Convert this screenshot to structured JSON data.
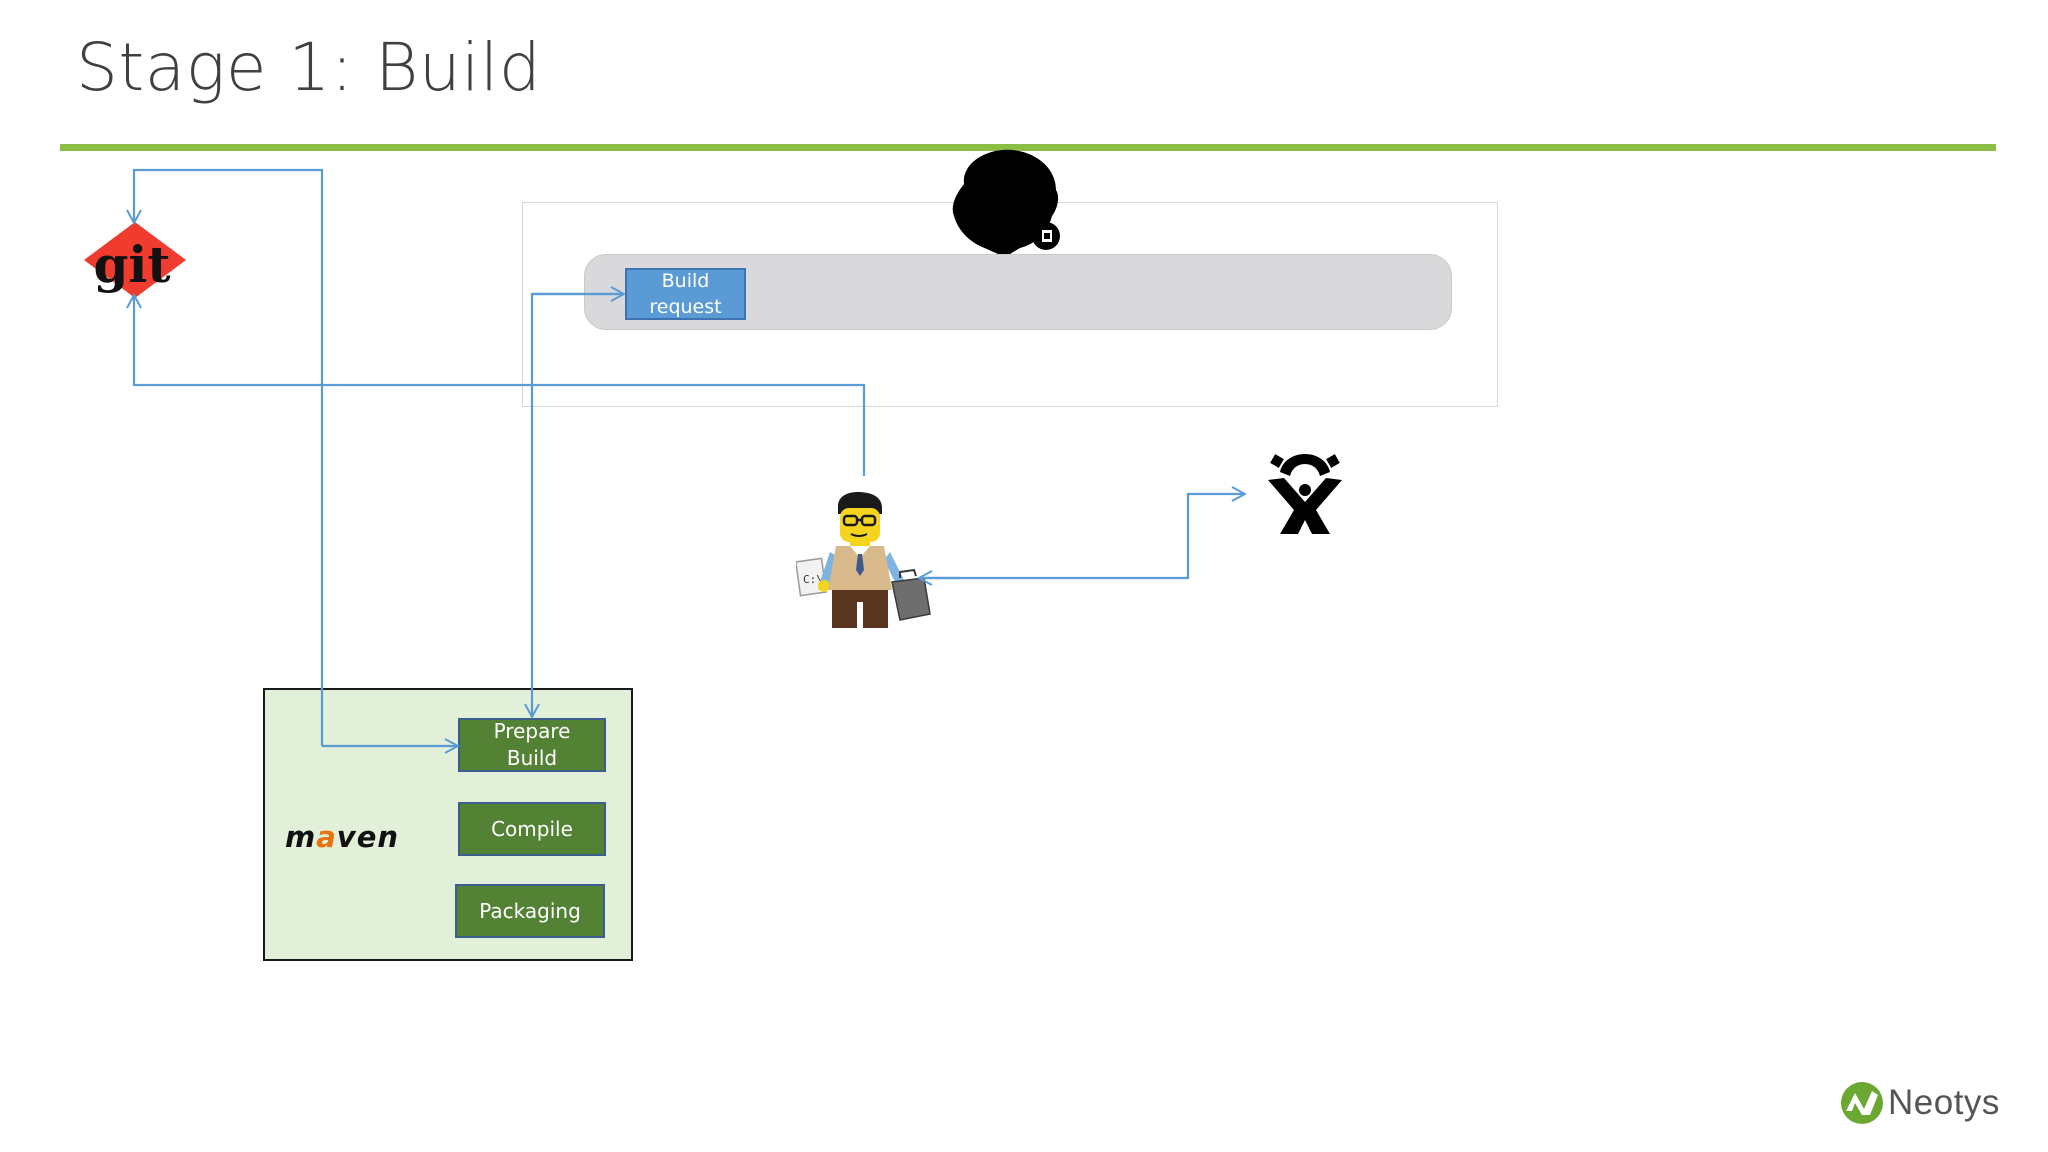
{
  "slide": {
    "title": "Stage 1: Build"
  },
  "ci_server": {
    "build_request_label": "Build\nrequest"
  },
  "maven": {
    "logo_text": "maven",
    "steps": [
      {
        "label": "Prepare\nBuild"
      },
      {
        "label": "Compile"
      },
      {
        "label": "Packaging"
      }
    ]
  },
  "logos": {
    "git_text": "git",
    "brand_text": "Neotys"
  },
  "colors": {
    "title_rule": "#8cbd45",
    "connector": "#5b9bd5",
    "build_request_fill": "#5b9bd5",
    "maven_step_fill": "#548235",
    "maven_panel_fill": "#e2efd9",
    "git_orange": "#f03c2e",
    "maven_accent": "#e8730c",
    "brand_green": "#6aa832"
  },
  "icons": [
    "git-logo-icon",
    "ci-server-butler-icon",
    "developer-minifigure-icon",
    "atlassian-bamboo-icon",
    "neotys-logo-icon"
  ]
}
